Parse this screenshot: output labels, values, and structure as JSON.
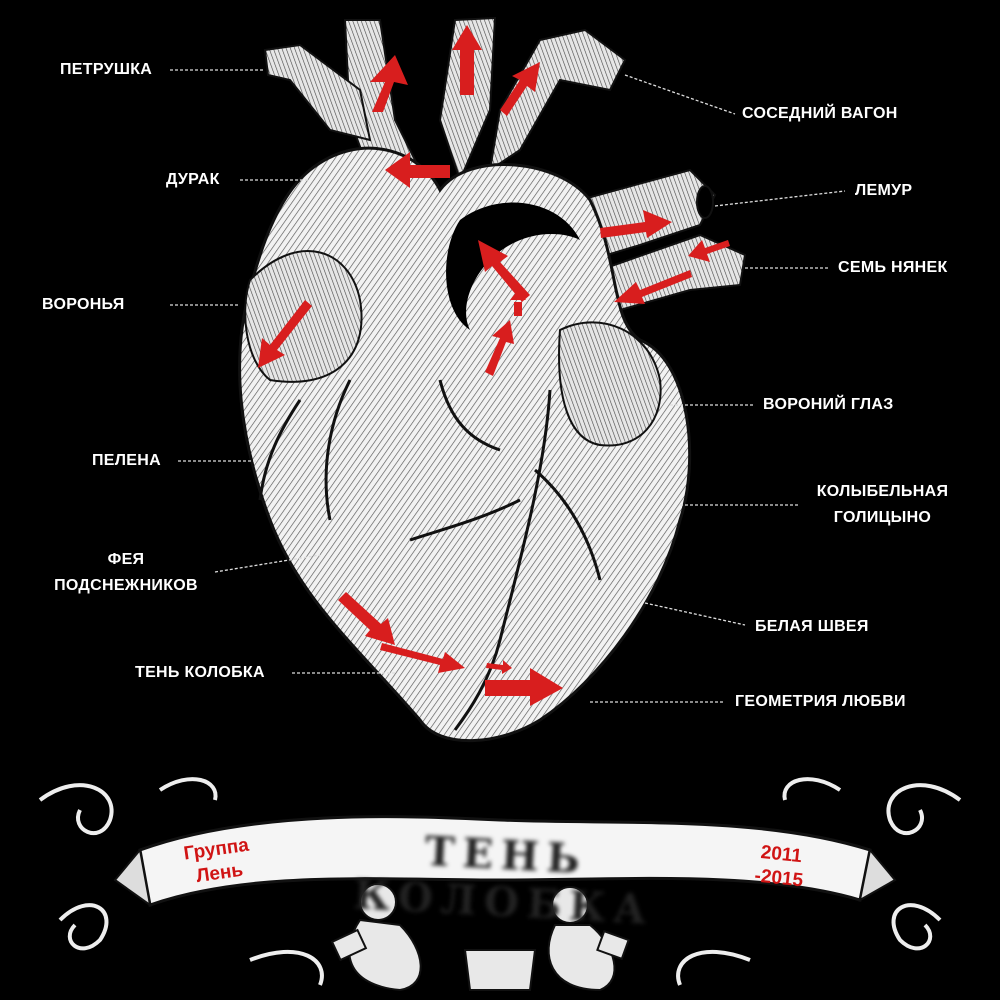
{
  "labels_left": [
    "ПЕТРУШКА",
    "ДУРАК",
    "ВОРОНЬЯ",
    "ПЕЛЕНА",
    [
      "ФЕЯ",
      "ПОДСНЕЖНИКОВ"
    ],
    "ТЕНЬ КОЛОБКА"
  ],
  "labels_right": [
    "СОСЕДНИЙ ВАГОН",
    "ЛЕМУР",
    "СЕМЬ НЯНЕК",
    "ВОРОНИЙ ГЛАЗ",
    [
      "КОЛЫБЕЛЬНАЯ",
      "ГОЛИЦЫНО"
    ],
    "БЕЛАЯ ШВЕЯ",
    "ГЕОМЕТРИЯ ЛЮБВИ"
  ],
  "banner": {
    "band_line1": "Группа",
    "band_line2": "Лень",
    "title": "ТЕНЬ КОЛОБКА",
    "years_line1": "2011",
    "years_line2": "-2015"
  },
  "colors": {
    "background": "#000000",
    "labels": "#ffffff",
    "arrows": "#d81e1e",
    "banner_text": "#d01414"
  }
}
